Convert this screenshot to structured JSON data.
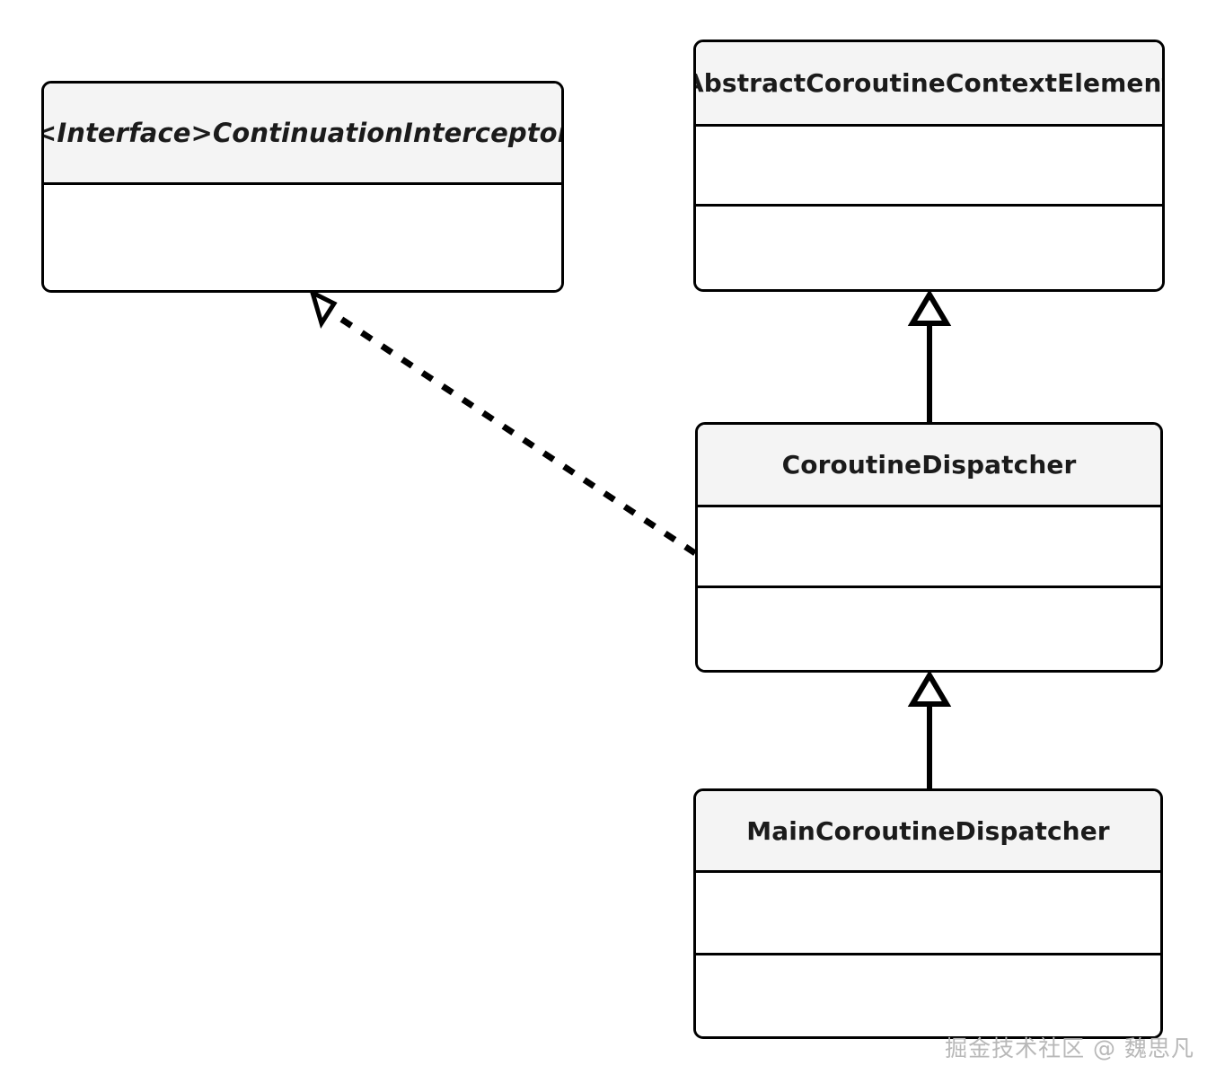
{
  "diagram": {
    "type": "uml-class-diagram",
    "background_color": "#ffffff",
    "line_color": "#000000",
    "header_fill": "#f4f4f4",
    "body_fill": "#ffffff",
    "text_color": "#1b1b1b",
    "classes": [
      {
        "id": "continuation-interceptor",
        "name": "<<Interface>ContinuationInterceptor>",
        "stereotype": "interface",
        "italic": true,
        "compartments": 2,
        "attributes": [],
        "methods": []
      },
      {
        "id": "abstract-coroutine-context-element",
        "name": "AbstractCoroutineContextElement",
        "stereotype": "class",
        "italic": false,
        "compartments": 3,
        "attributes": [],
        "methods": []
      },
      {
        "id": "coroutine-dispatcher",
        "name": "CoroutineDispatcher",
        "stereotype": "class",
        "italic": false,
        "compartments": 3,
        "attributes": [],
        "methods": []
      },
      {
        "id": "main-coroutine-dispatcher",
        "name": "MainCoroutineDispatcher",
        "stereotype": "class",
        "italic": false,
        "compartments": 3,
        "attributes": [],
        "methods": []
      }
    ],
    "relations": [
      {
        "id": "realization-dispatcher-interceptor",
        "kind": "realization",
        "line_style": "dashed",
        "arrow_head": "hollow-triangle",
        "from": "CoroutineDispatcher",
        "to": "<<Interface>ContinuationInterceptor>",
        "label": ""
      },
      {
        "id": "generalization-dispatcher-element",
        "kind": "generalization",
        "line_style": "solid",
        "arrow_head": "hollow-triangle",
        "from": "CoroutineDispatcher",
        "to": "AbstractCoroutineContextElement",
        "label": ""
      },
      {
        "id": "generalization-main-dispatcher",
        "kind": "generalization",
        "line_style": "solid",
        "arrow_head": "hollow-triangle",
        "from": "MainCoroutineDispatcher",
        "to": "CoroutineDispatcher",
        "label": ""
      }
    ]
  },
  "watermark": {
    "text": "掘金技术社区 @ 魏思凡",
    "color": "#b8b8b8"
  }
}
